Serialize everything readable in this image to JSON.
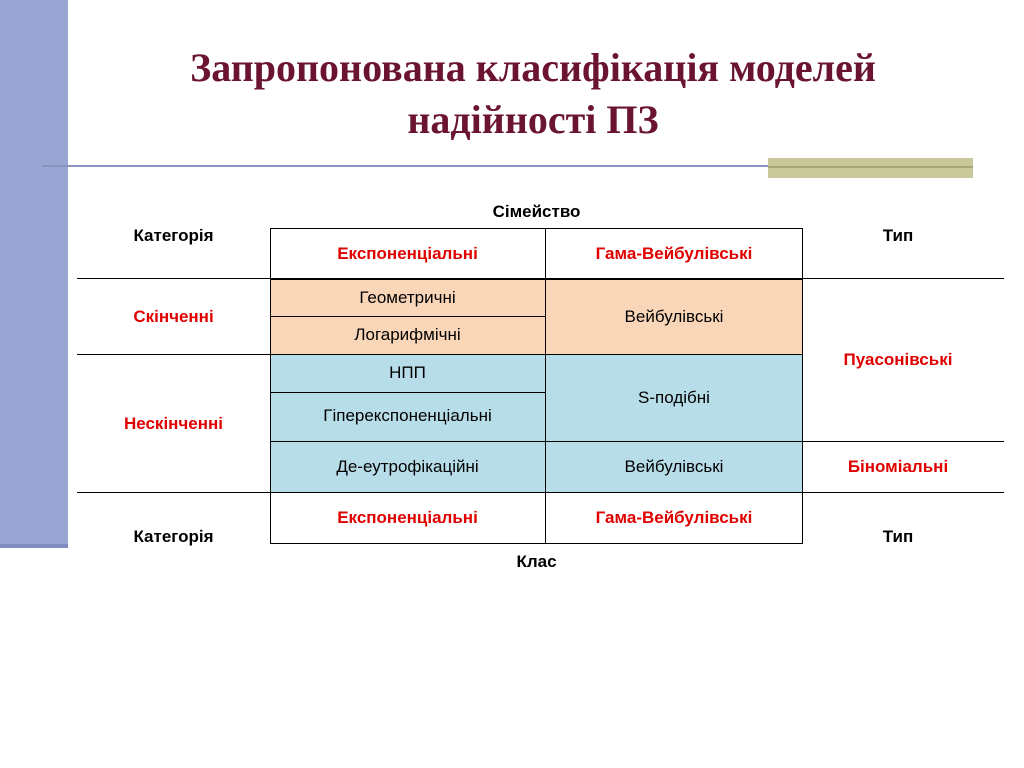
{
  "title": {
    "line1": "Запропонована класифікація моделей",
    "line2": "надійності ПЗ"
  },
  "table": {
    "header": {
      "family_label": "Сімейство",
      "category_label": "Категорія",
      "type_label": "Тип",
      "exponential": "Експоненціальні",
      "gamma_weibull": "Гама-Вейбулівські"
    },
    "rows": {
      "finite": "Скінченні",
      "infinite": "Нескінченні",
      "geometric": "Геометричні",
      "logarithmic": "Логарифмічні",
      "weibull_finite": "Вейбулівські",
      "npp": "НПП",
      "hyperexponential": "Гіперекспоненціальні",
      "s_shaped": "S-подібні",
      "eutrophication": "Де-еутрофікаційні",
      "weibull_infinite": "Вейбулівські",
      "poisson": "Пуасонівські",
      "binomial": "Біноміальні"
    },
    "footer": {
      "category_label": "Категорія",
      "type_label": "Тип",
      "exponential": "Експоненціальні",
      "gamma_weibull": "Гама-Вейбулівські",
      "class_label": "Клас"
    }
  }
}
